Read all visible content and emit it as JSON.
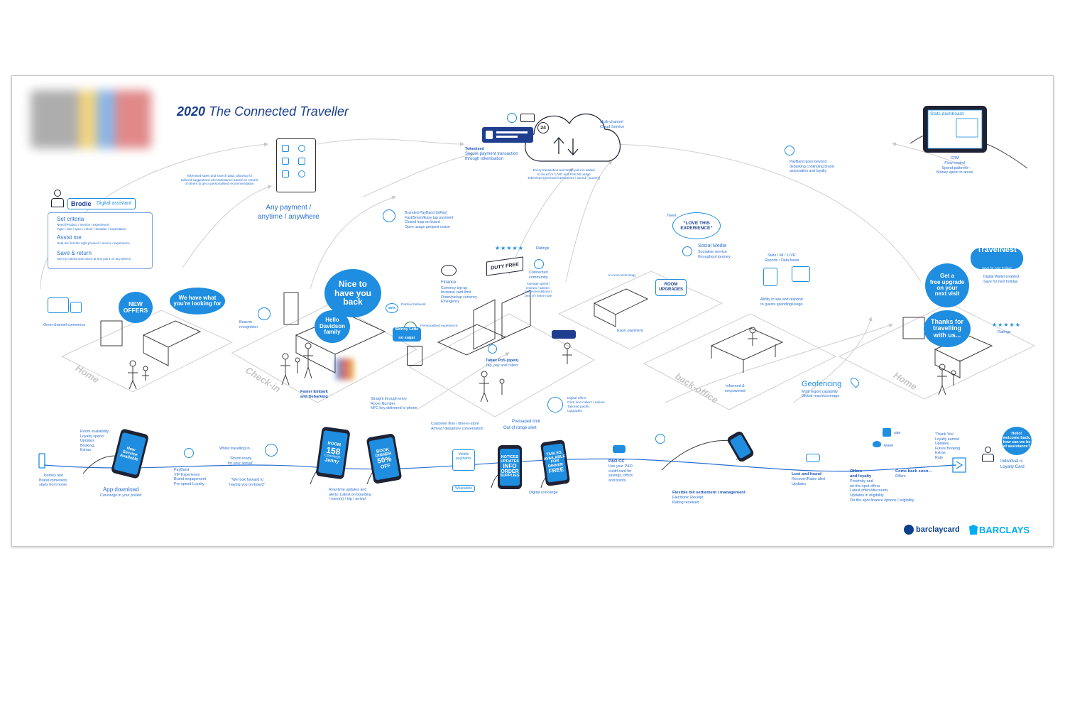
{
  "title": {
    "year": "2020",
    "text": "The Connected Traveller"
  },
  "brodie": {
    "name": "Brodie",
    "role": "Digital assistant",
    "sections": [
      {
        "title": "Set criteria",
        "lines": [
          "Need (Product / service / experience)",
          "Type / size / spec / colour / duration / expectation"
        ]
      },
      {
        "title": "Assist me",
        "lines": [
          "Help me find the right product / service / experience"
        ]
      },
      {
        "title": "Save & return",
        "lines": [
          "Set my criteria and return at any point on any device"
        ]
      }
    ]
  },
  "top": {
    "any_payment": [
      "Any payment /",
      "anytime / anywhere"
    ],
    "tokenised_note": [
      "Tokenised sales and search data, allowing for",
      "tailored suggestions and assistance based on criteria",
      "of others to get a personalised recommendation"
    ],
    "token_card": {
      "label": "Tokenised",
      "lines": [
        "Secure payment transaction",
        "through tokenisation"
      ]
    },
    "cloud": {
      "label": [
        "Multi-channel",
        "Cloud Service"
      ],
      "note": [
        "Every transaction and touch point is added",
        "to cloud for 'LIVE' and Post MI usage",
        "Tokenised (previous interactions / spend / journey)"
      ]
    },
    "payband_beyond": [
      "PayBand goes beyond",
      "debarking continuing brand",
      "association and loyalty"
    ],
    "stats": {
      "screen_title": "Stats dashboard",
      "lines": [
        "CRM",
        "Flow control",
        "Spend patterns",
        "Money spent in areas"
      ]
    }
  },
  "middle": {
    "branded_payband": [
      "Branded PayBand (biPay)",
      "Fast/Smart/Easy tap payment",
      "Closed loop on-board",
      "Open usage pre/post cruise"
    ],
    "ratings": "Ratings",
    "connected_community": [
      "Connected",
      "community"
    ],
    "community_lines": [
      "Average spend /",
      "reviews / advise /",
      "recommendations /",
      "best of / leave note"
    ],
    "finance": {
      "title": "Finance",
      "lines": [
        "Currency top-up",
        "Increase card limit",
        "Order/pickup currency",
        "Emergency"
      ]
    },
    "partner_network": "Partner Network",
    "personalised_experience": "Personalised experience",
    "skinny_latte": [
      "Skinny Latte",
      "no sugar"
    ],
    "duty_free": "DUTY FREE",
    "tablet_pos": [
      "Tablet PoS (open)",
      "Tap, pay and collect"
    ],
    "social_media": {
      "tweet": "Tweet",
      "quote": "“LOVE THIS\nEXPERIENCE”",
      "title": "Social Media",
      "lines": [
        "Socialise service",
        "throughout journey"
      ]
    },
    "room_upgrades": "ROOM\nUPGRADES",
    "easy_payment": "Easy payment",
    "in_room_tech": "In-room technology",
    "stats_mi": [
      "Stats / MI / 'LIVE'",
      "Reports / Data feeds"
    ],
    "respond": [
      "Ability to see and respond",
      "to guests spending/usage"
    ],
    "travelnest": {
      "name": "TravelNest",
      "sub": "Save for next holiday",
      "lines": [
        "Digital Wallet enabled",
        "Save for next holiday"
      ]
    },
    "free_upgrade": "Get a\nfree upgrade\non your\nnext visit",
    "thanks": "Thanks for\ntravelling\nwith us...",
    "ratings_right": "Ratings",
    "omni": "Omni-channel commerce",
    "new_offers": "NEW\nOFFERS",
    "looking_for": "We have what\nyou're looking for",
    "nice_to_have": "Nice to\nhave you\nback",
    "hello_family": "Hello\nDavidson\nfamily",
    "beacon": [
      "Beacon",
      "recognition"
    ],
    "faster_embark": [
      "Faster Embark",
      "and Debarking"
    ],
    "straight_through": [
      "Straight through entry",
      "Room Number",
      "NFC key delivered to phone"
    ],
    "customer_flow": [
      "Customer flow / time-in-store",
      "Arrival / departure conversation"
    ],
    "preloaded": "Preloaded limit",
    "out_of_range": "Out of range alert",
    "digital_offers": [
      "Digital offers",
      "Click and collect / deliver",
      "Tailored pacific",
      "Upgrades"
    ],
    "informed": [
      "Informed &",
      "empowered"
    ],
    "geofencing": {
      "title": "Geofencing",
      "lines": [
        "Multi region capability",
        "Global reach/coverage"
      ]
    },
    "zones": [
      "Home",
      "Check-in",
      "back-office",
      "Home"
    ]
  },
  "bottom": {
    "journey_start": [
      "Journey and",
      "Brand immersion",
      "starts from home"
    ],
    "room_avail": [
      "Room availability",
      "Loyalty spend",
      "Updates",
      "Booking",
      "Extras"
    ],
    "app_download": {
      "title": "App download",
      "sub": "Concierge in your pocket"
    },
    "new_service": "New\nService\nAvailable",
    "payband_vip": [
      "PayBand",
      "VIP Experience",
      "Brand engagement",
      "Pre-spend Loyalty"
    ],
    "whilst": "Whilst travelling in...",
    "room_ready": [
      "\"Room ready",
      "for your arrival\""
    ],
    "look_forward": [
      "\"We look forward to",
      "having you on-board\""
    ],
    "room_phone": {
      "top": "ROOM",
      "num": "158",
      "sub": "Concierge",
      "name": "Jenny"
    },
    "book_phone": {
      "top": "BOOK",
      "mid": "DINNER",
      "pct": "50%",
      "off": "OFF"
    },
    "realtime": [
      "Real-time updates and",
      "alerts: Latest on boarding",
      "/ room(s) / trip / arrival"
    ],
    "mobile_payments": [
      "Mobile",
      "payments"
    ],
    "wearables": "Wearables",
    "notices_phone": {
      "a": "NOTICES",
      "b": "UPDATES",
      "c": "INFO",
      "d": "ORDER",
      "e": "SUPPLIES"
    },
    "tables_phone": {
      "a": "TABLES",
      "b": "AVAILABLE",
      "c": "FOR",
      "d": "DINNER",
      "e": "FREE"
    },
    "digital_concierge": "Digital concierge",
    "po_cc": [
      "P&O CC",
      "Use your P&O",
      "credit card for",
      "savings, offers",
      "and points"
    ],
    "flexible": [
      "Flexible bill settlement / management",
      "Electronic Receipt",
      "Rating received"
    ],
    "lost_found": [
      "Lost and found",
      "Recover/Raise alert",
      "Updates"
    ],
    "offers_loyalty": [
      "Offers",
      "and loyalty"
    ],
    "offers_lines": [
      "Proximity and",
      "on-the-spot offers",
      "Latest offers/discounts",
      "Updates in eligibility",
      "On the spot finance options / eligibility"
    ],
    "come_back": [
      "Come back soon...",
      "Offers"
    ],
    "rate": "rate",
    "tweet": "tweet",
    "thankyou": [
      "'Thank You'",
      "Loyalty earned",
      "Updates",
      "Future Booking",
      "Extras",
      "Rate"
    ],
    "hello_back": "Hello!\nwelcome back,\nhow can we be\nof assistance?",
    "loyalty_card": [
      "Individual is",
      "Loyalty Card"
    ]
  },
  "logos": {
    "barclaycard": "barclaycard",
    "barclays": "BARCLAYS"
  }
}
